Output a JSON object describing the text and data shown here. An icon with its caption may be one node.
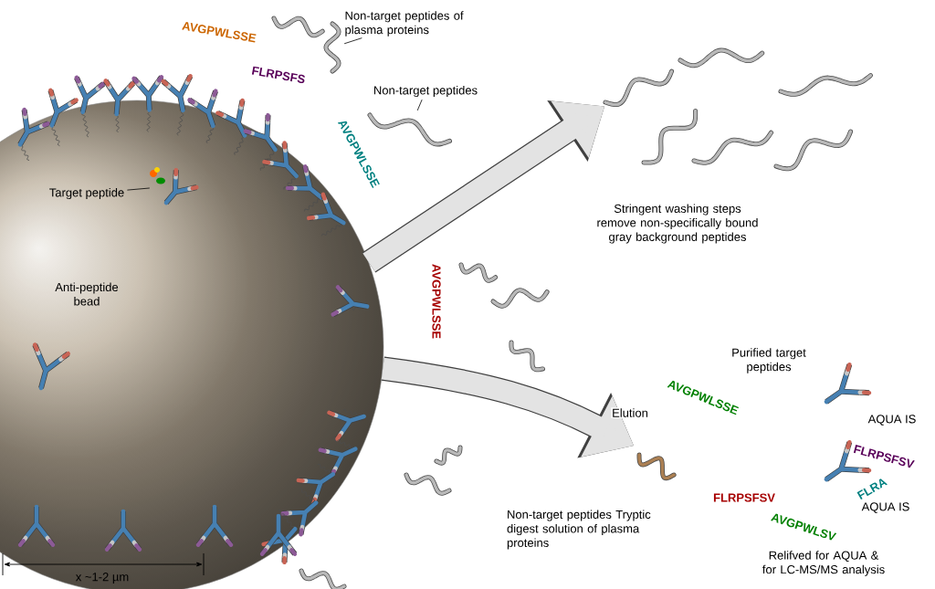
{
  "diagram": {
    "nodes": [
      {
        "text": [
          "Anti-peptide bead"
        ]
      },
      {
        "text": [],
        "shape": "picture",
        "in": 0
      },
      {
        "text": [
          "Target peptide"
        ],
        "in": 0
      },
      {
        "text": [
          "Non-target peptides of plasma proteins"
        ]
      },
      {
        "text": [],
        "shape": "picture"
      },
      {
        "text": [
          "Non-target peptides"
        ]
      },
      {
        "text": [],
        "shape": "picture"
      },
      {
        "text": [],
        "shape": "picture",
        "beside": [
          "Stringent washing steps remove non-specifically bound gray background peptides"
        ]
      },
      {
        "text": [],
        "shape": "picture"
      }
    ],
    "edges": [
      {
        "from": 2,
        "to": 1,
        "arrow": "none"
      },
      {
        "from": 3,
        "to": 4,
        "arrow": "none"
      },
      {
        "from": 5,
        "to": 6,
        "arrow": "none"
      },
      {
        "from": 0,
        "to": 7,
        "arrow": "to",
        "style": "thick",
        "color": "#e3e3e3"
      },
      {
        "from": 0,
        "to": 8,
        "arrow": "to",
        "style": "thick",
        "color": "#e3e3e3",
        "label": "Elution"
      }
    ],
    "labels": [
      "AVGPWLSSE",
      "FLRPSFS",
      "AVGPWLSSE",
      "AVGPWLSSE",
      "Purified target peptides",
      "AVGPWLSSE",
      "AQUA IS",
      "FLRPSFSV",
      "FLRA",
      "FLRPSFSV",
      "AQUA IS",
      "AVGPWLSV",
      "Non-target peptides Tryptic digest solution of plasma proteins",
      "Relifved for AQUA & for LC-MS/MS analysis",
      "x ~1-2 µm"
    ]
  }
}
